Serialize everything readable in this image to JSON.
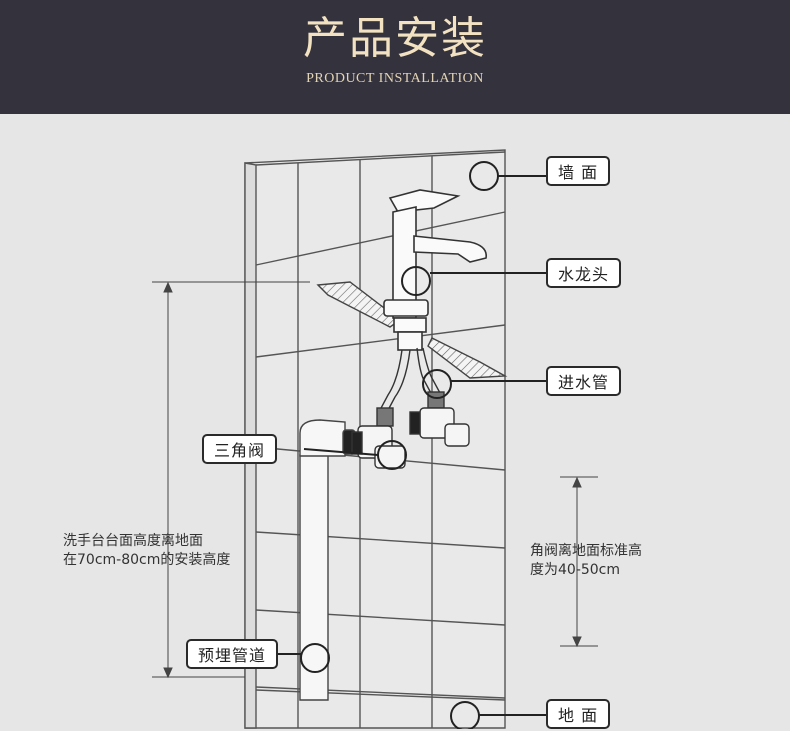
{
  "header": {
    "title": "产品安装",
    "subtitle": "PRODUCT INSTALLATION"
  },
  "labels": {
    "wall": "墙 面",
    "faucet": "水龙头",
    "inlet_pipe": "进水管",
    "angle_valve": "三角阀",
    "embedded_pipe": "预埋管道",
    "floor": "地 面"
  },
  "dimensions": {
    "basin_height_line1": "洗手台台面高度离地面",
    "basin_height_line2": "在70cm-80cm的安装高度",
    "valve_height_line1": "角阀离地面标准高",
    "valve_height_line2": "度为40-50cm"
  },
  "colors": {
    "header_bg": "#34323d",
    "title_color": "#f2e2c2",
    "canvas_bg": "#e6e6e6"
  }
}
